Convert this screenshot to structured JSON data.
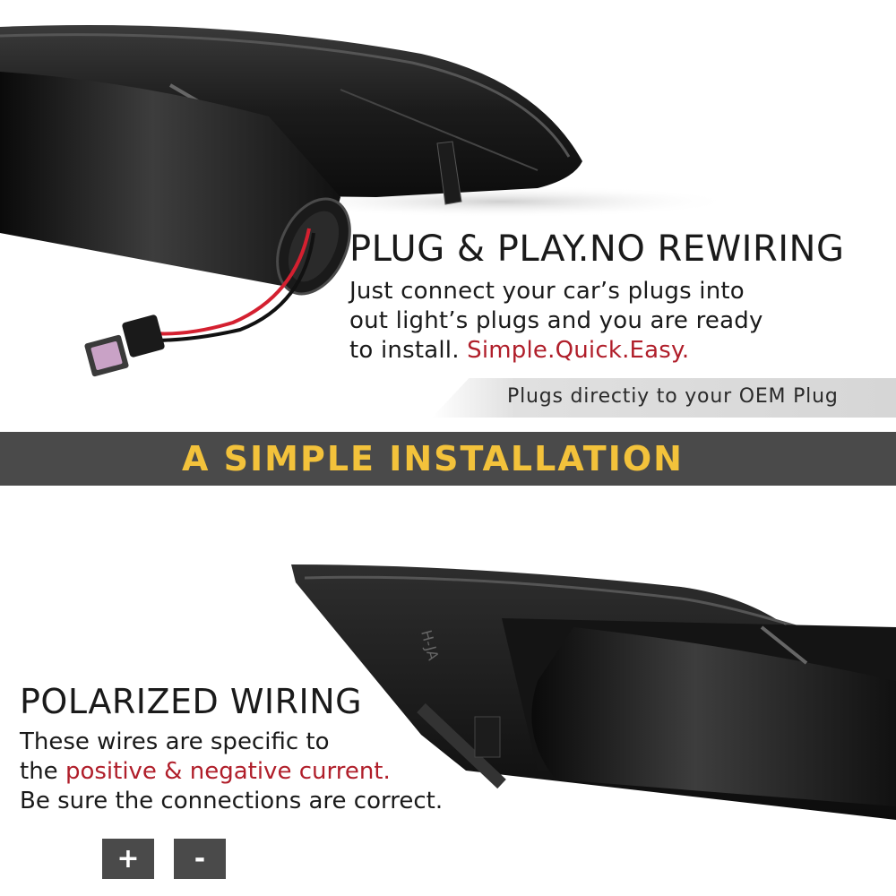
{
  "top": {
    "heading": "PLUG & PLAY.NO REWIRING",
    "line1": "Just connect your car’s plugs into",
    "line2": "out light’s plugs and you are ready",
    "line3_prefix": "to install. ",
    "line3_accent": "Simple.Quick.Easy."
  },
  "caption": "Plugs directiy to your OEM Plug",
  "banner": "A SIMPLE INSTALLATION",
  "bottom": {
    "heading": "POLARIZED WIRING",
    "line1": "These wires are specific to",
    "line2_prefix": "the ",
    "line2_accent": "positive & negative current.",
    "line3": "Be sure the connections are correct."
  },
  "buttons": {
    "plus": "+",
    "minus": "-"
  },
  "lens_marking": "H-JA",
  "colors": {
    "accent_red": "#b01e2a",
    "banner_bg": "#4a4a4a",
    "banner_text": "#f3c23b"
  }
}
